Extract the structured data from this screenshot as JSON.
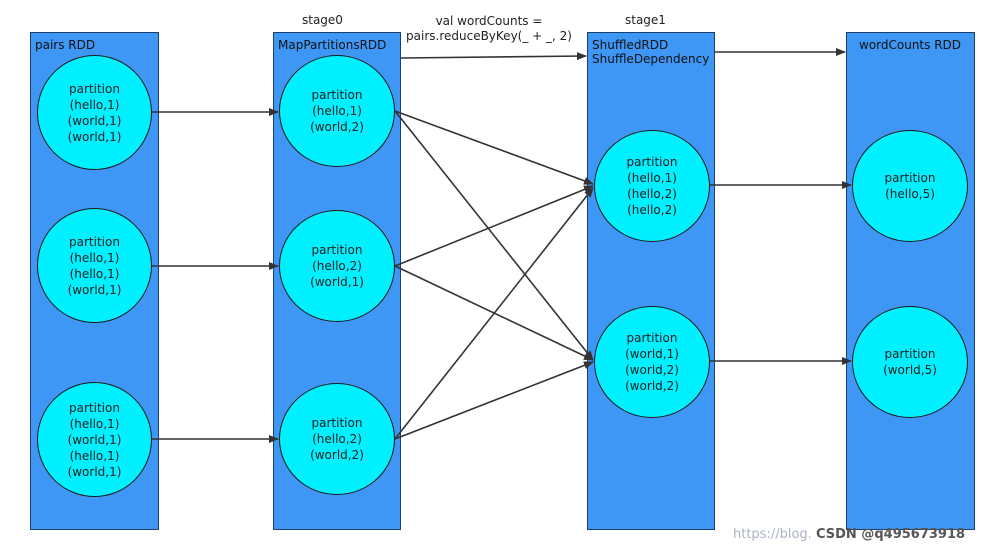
{
  "stage_labels": {
    "stage0": "stage0",
    "stage1": "stage1"
  },
  "transform": {
    "line1": "val wordCounts =",
    "line2": "pairs.reduceByKey(_ + _, 2)"
  },
  "columns": [
    {
      "id": "pairs",
      "title": "pairs RDD",
      "partitions": [
        {
          "label": "partition",
          "records": [
            "(hello,1)",
            "(world,1)",
            "(world,1)"
          ]
        },
        {
          "label": "partition",
          "records": [
            "(hello,1)",
            "(hello,1)",
            "(world,1)"
          ]
        },
        {
          "label": "partition",
          "records": [
            "(hello,1)",
            "(world,1)",
            "(hello,1)",
            "(world,1)"
          ]
        }
      ]
    },
    {
      "id": "map",
      "title": "MapPartitionsRDD",
      "partitions": [
        {
          "label": "partition",
          "records": [
            "(hello,1)",
            "(world,2)"
          ]
        },
        {
          "label": "partition",
          "records": [
            "(hello,2)",
            "(world,1)"
          ]
        },
        {
          "label": "partition",
          "records": [
            "(hello,2)",
            "(world,2)"
          ]
        }
      ]
    },
    {
      "id": "shuffled",
      "title": "ShuffledRDD\nShuffleDependency",
      "partitions": [
        {
          "label": "partition",
          "records": [
            "(hello,1)",
            "(hello,2)",
            "(hello,2)"
          ]
        },
        {
          "label": "partition",
          "records": [
            "(world,1)",
            "(world,2)",
            "(world,2)"
          ]
        }
      ]
    },
    {
      "id": "wordcounts",
      "title": "wordCounts RDD",
      "partitions": [
        {
          "label": "partition",
          "records": [
            "(hello,5)"
          ]
        },
        {
          "label": "partition",
          "records": [
            "(world,5)"
          ]
        }
      ]
    }
  ],
  "watermark": {
    "url": "https://blog.",
    "csdn": "CSDN @q495673918"
  },
  "colors": {
    "rdd": "#3e97f5",
    "partition": "#00f0ff",
    "arrow": "#333333"
  }
}
